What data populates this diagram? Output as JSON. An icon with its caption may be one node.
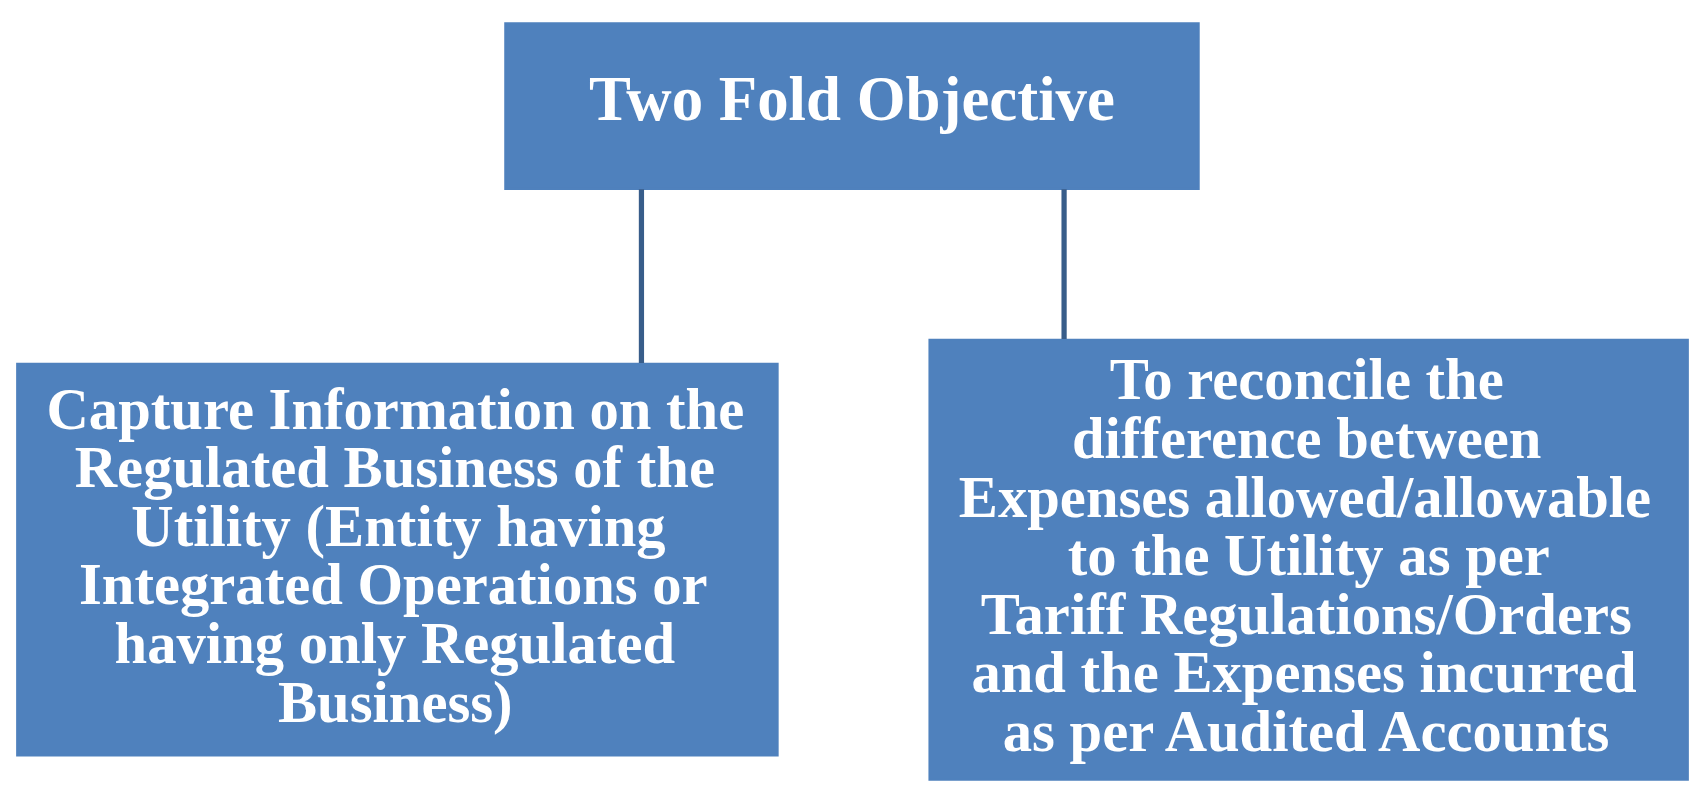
{
  "diagram": {
    "nodes": [
      {
        "text": [
          "Two Fold Objective"
        ]
      },
      {
        "text": [
          "Capture Information on the Regulated Business of the Utility (Entity having Integrated Operations or having only Regulated Business)"
        ]
      },
      {
        "text": [
          "To reconcile the difference between Expenses allowed/allowable to the Utility as per Tariff Regulations/Orders and the Expenses incurred as per Audited Accounts"
        ]
      }
    ],
    "edges": [
      {
        "from": 0,
        "to": 1,
        "arrow": "none"
      },
      {
        "from": 0,
        "to": 2,
        "arrow": "none"
      }
    ]
  }
}
